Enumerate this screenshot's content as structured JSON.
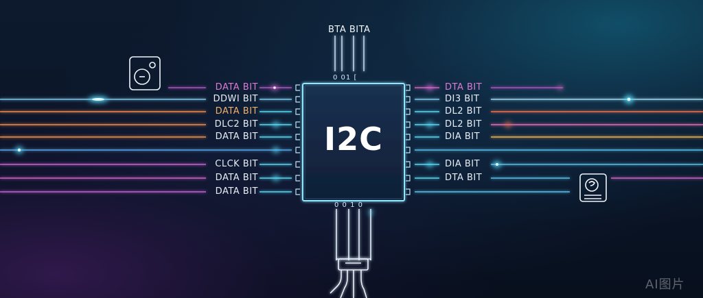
{
  "chip": {
    "name": "I2C",
    "top_label": "BTA BITA",
    "top_pins_label": "0 01 [",
    "bottom_pins_label": "0 0 1 0"
  },
  "left_labels": [
    {
      "text": "DATA BIT",
      "color": "pink"
    },
    {
      "text": "DDWI BIT",
      "color": "white"
    },
    {
      "text": "DATA BIT",
      "color": "orange"
    },
    {
      "text": "DLC2 BIT",
      "color": "white"
    },
    {
      "text": "DATA BIT",
      "color": "white"
    },
    {
      "text": "CLCK BIT",
      "color": "white"
    },
    {
      "text": "DATA BIT",
      "color": "white"
    },
    {
      "text": "DATA BIT",
      "color": "white"
    }
  ],
  "right_labels": [
    {
      "text": "DTA BIT",
      "color": "pink"
    },
    {
      "text": "DI3 BIT",
      "color": "white"
    },
    {
      "text": "DL2 BIT",
      "color": "white"
    },
    {
      "text": "DL2 BIT",
      "color": "white"
    },
    {
      "text": "DIA BIT",
      "color": "white"
    },
    {
      "text": "DIA BIT",
      "color": "white"
    },
    {
      "text": "DTA BIT",
      "color": "white"
    }
  ],
  "watermark": "AI图片",
  "icons": {
    "left_device": "speaker-device-icon",
    "right_device": "thermal-sensor-icon",
    "bottom_connector": "cable-connector-icon"
  },
  "colors": {
    "cyan": "#56d6f0",
    "pink": "#d060d0",
    "orange": "#f0904a",
    "chip_border": "#8ee8ff",
    "chip_fill": "#14263f"
  }
}
